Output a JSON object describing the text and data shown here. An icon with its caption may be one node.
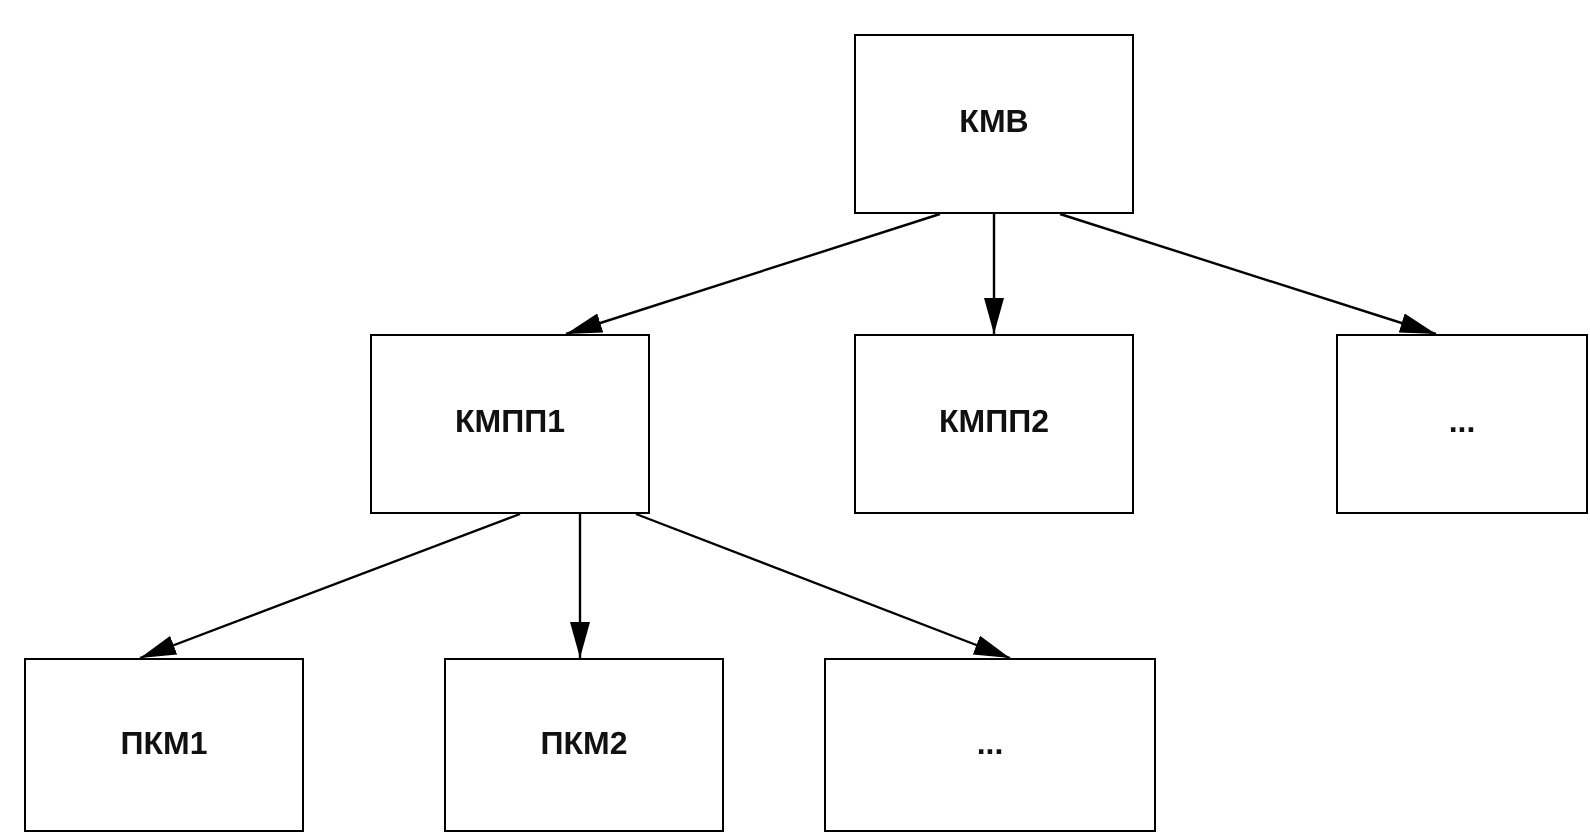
{
  "diagram": {
    "nodes": [
      {
        "text": [
          "КМВ"
        ]
      },
      {
        "text": [
          "КМПП1"
        ]
      },
      {
        "text": [
          "КМПП2"
        ]
      },
      {
        "text": [
          "..."
        ]
      },
      {
        "text": [
          "ПКМ1"
        ]
      },
      {
        "text": [
          "ПКМ2"
        ]
      },
      {
        "text": [
          "..."
        ]
      }
    ],
    "edges": [
      {
        "from": 0,
        "to": 1,
        "arrow": "to"
      },
      {
        "from": 0,
        "to": 2,
        "arrow": "to"
      },
      {
        "from": 0,
        "to": 3,
        "arrow": "to"
      },
      {
        "from": 1,
        "to": 4,
        "arrow": "to"
      },
      {
        "from": 1,
        "to": 5,
        "arrow": "to"
      },
      {
        "from": 1,
        "to": 6,
        "arrow": "to"
      }
    ]
  }
}
